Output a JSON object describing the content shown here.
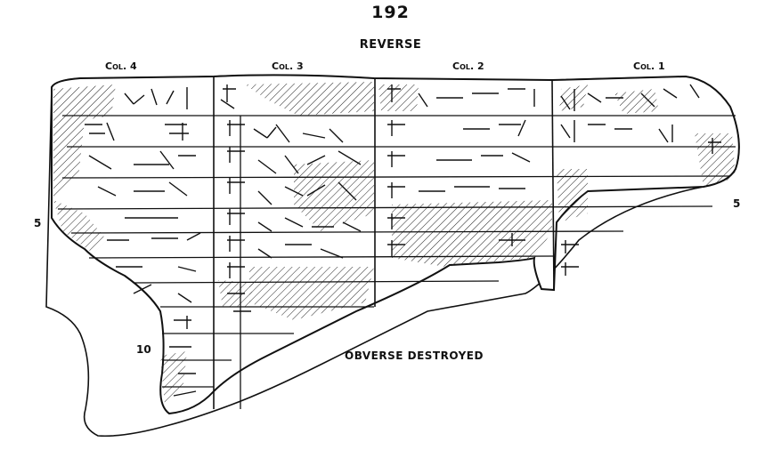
{
  "plate": {
    "number": "192",
    "side": "REVERSE",
    "columns": [
      {
        "label": "Col. 4"
      },
      {
        "label": "Col. 3"
      },
      {
        "label": "Col. 2"
      },
      {
        "label": "Col. 1"
      }
    ],
    "line_numbers": [
      {
        "label": "5",
        "side": "left"
      },
      {
        "label": "5",
        "side": "right"
      },
      {
        "label": "10",
        "side": "left"
      }
    ],
    "caption": "OBVERSE DESTROYED"
  },
  "style": {
    "ink": "#111111",
    "paper": "#ffffff"
  }
}
